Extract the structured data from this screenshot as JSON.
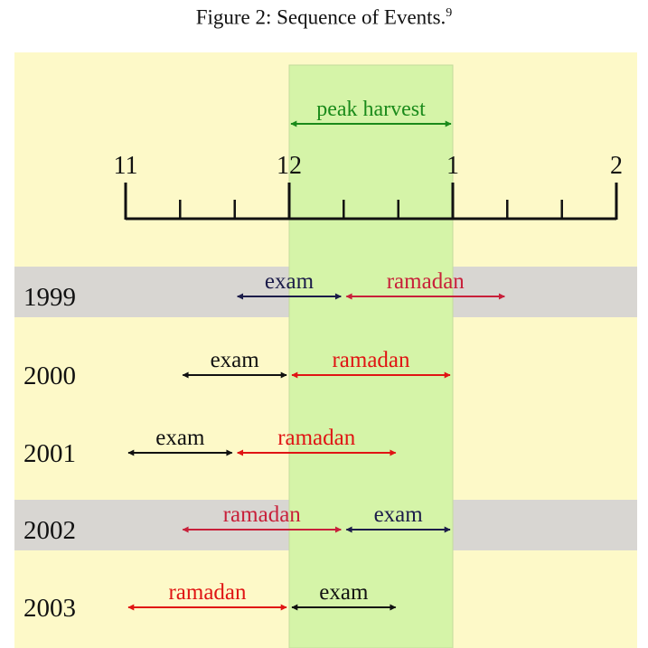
{
  "caption": {
    "text": "Figure 2: Sequence of Events.",
    "footnote_marker": "9"
  },
  "colors": {
    "panel_background": "#fdf9c8",
    "peak_band": "#d5f4a8",
    "row_highlight": "#d8d6d2",
    "peak_arrow": "#1a8a1a",
    "exam_arrow": "#111111",
    "exam_arrow_highlight_rows": "#1c1c4a",
    "ramadan_arrow": "#e01414",
    "ramadan_arrow_highlight_rows": "#c8203a"
  },
  "diagram": {
    "peak_harvest": {
      "label": "peak harvest",
      "start": 12,
      "end": 13
    },
    "axis": {
      "tick_labels": [
        "11",
        "12",
        "1",
        "2"
      ],
      "major_ticks": [
        11,
        12,
        13,
        14
      ],
      "minor_ticks": [
        11.333,
        11.667,
        12.333,
        12.667,
        13.333,
        13.667
      ]
    },
    "rows": [
      {
        "year": "1999",
        "highlighted": true,
        "events": [
          {
            "label": "exam",
            "type": "exam",
            "start": 11.667,
            "end": 12.333
          },
          {
            "label": "ramadan",
            "type": "ramadan",
            "start": 12.333,
            "end": 13.333
          }
        ]
      },
      {
        "year": "2000",
        "highlighted": false,
        "events": [
          {
            "label": "exam",
            "type": "exam",
            "start": 11.333,
            "end": 12.0
          },
          {
            "label": "ramadan",
            "type": "ramadan",
            "start": 12.0,
            "end": 13.0
          }
        ]
      },
      {
        "year": "2001",
        "highlighted": false,
        "events": [
          {
            "label": "exam",
            "type": "exam",
            "start": 11.0,
            "end": 11.667
          },
          {
            "label": "ramadan",
            "type": "ramadan",
            "start": 11.667,
            "end": 12.667
          }
        ]
      },
      {
        "year": "2002",
        "highlighted": true,
        "events": [
          {
            "label": "ramadan",
            "type": "ramadan",
            "start": 11.333,
            "end": 12.333
          },
          {
            "label": "exam",
            "type": "exam",
            "start": 12.333,
            "end": 13.0
          }
        ]
      },
      {
        "year": "2003",
        "highlighted": false,
        "events": [
          {
            "label": "ramadan",
            "type": "ramadan",
            "start": 11.0,
            "end": 12.0
          },
          {
            "label": "exam",
            "type": "exam",
            "start": 12.0,
            "end": 12.667
          }
        ]
      }
    ]
  }
}
